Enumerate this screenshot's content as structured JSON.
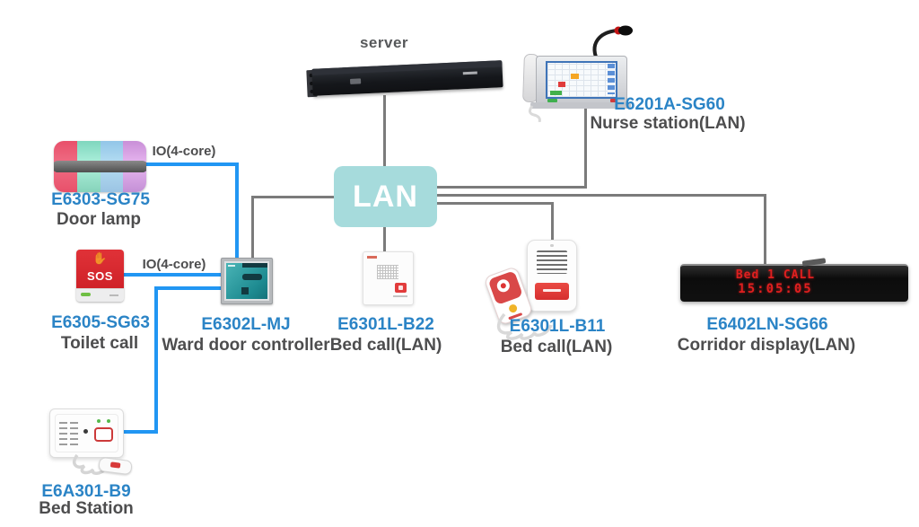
{
  "colors": {
    "model_text": "#2b84c6",
    "name_text": "#4d4d4e",
    "blue_line": "#2196f3",
    "gray_line": "#7b7b7b",
    "lan_box": "#a6dbdc",
    "led_red": "#df1f1f",
    "sos_red": "#d9252b"
  },
  "lan": {
    "label": "LAN"
  },
  "server": {
    "label": "server"
  },
  "io_labels": [
    "IO(4-core)",
    "IO(4-core)"
  ],
  "devices": {
    "nurse_station": {
      "model": "E6201A-SG60",
      "name": "Nurse station(LAN)"
    },
    "door_lamp": {
      "model": "E6303-SG75",
      "name": "Door lamp"
    },
    "toilet_call": {
      "model": "E6305-SG63",
      "name": "Toilet call",
      "button_text": "SOS",
      "hand_icon": "✋"
    },
    "ward_door_controller": {
      "model": "E6302L-MJ",
      "name": "Ward door controller"
    },
    "bed_call_b22": {
      "model": "E6301L-B22",
      "name": "Bed call(LAN)"
    },
    "bed_call_b11": {
      "model": "E6301L-B11",
      "name": "Bed call(LAN)"
    },
    "corridor_display": {
      "model": "E6402LN-SG66",
      "name": "Corridor display(LAN)",
      "led_line1": "Bed 1 CALL",
      "led_line2": "15:05:05"
    },
    "bed_station": {
      "model": "E6A301-B9",
      "name": "Bed Station"
    }
  }
}
